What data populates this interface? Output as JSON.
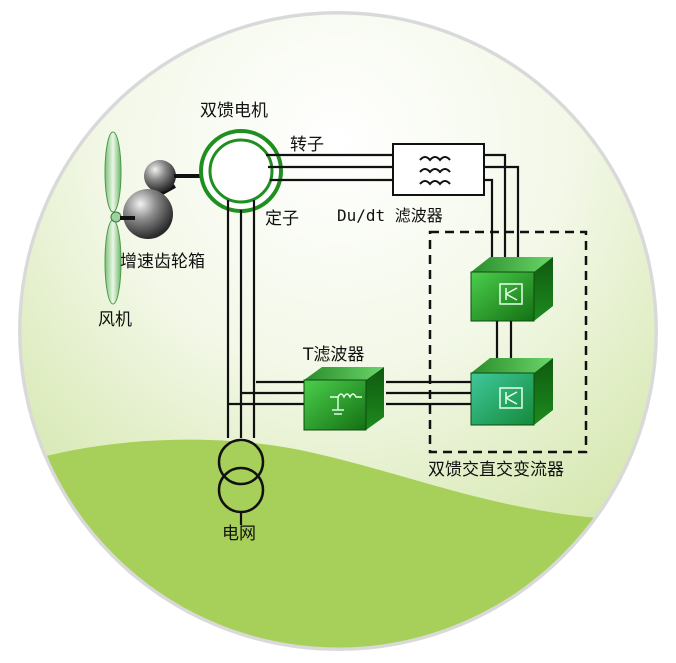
{
  "labels": {
    "dfig": "双馈电机",
    "rotor": "转子",
    "stator": "定子",
    "dudt_filter": "Du/dt 滤波器",
    "gearbox": "增速齿轮箱",
    "wind_turbine": "风机",
    "t_filter": "T滤波器",
    "converter": "双馈交直交变流器",
    "grid": "电网"
  },
  "colors": {
    "sky_top": "#ffffff",
    "sky_bottom": "#c2dd8e",
    "ground": "#a6d05a",
    "machine_green": "#2a9b2a",
    "module_dark": "#1b7f1b",
    "module_light": "#3fbf3f"
  }
}
